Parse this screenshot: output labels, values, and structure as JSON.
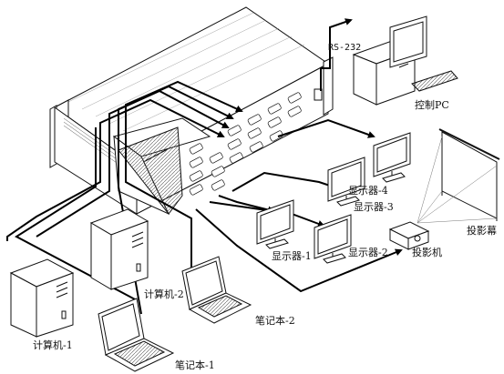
{
  "labels": {
    "rs232": "RS-232",
    "control_pc": "控制PC",
    "screen": "投影幕",
    "projector": "投影机",
    "monitor_1": "显示器-1",
    "monitor_2": "显示器-2",
    "monitor_3": "显示器-3",
    "monitor_4": "显示器-4",
    "computer_1": "计算机-1",
    "computer_2": "计算机-2",
    "laptop_1": "笔记本-1",
    "laptop_2": "笔记本-2"
  },
  "colors": {
    "line": "#111111",
    "cable": "#000000",
    "background": "#ffffff"
  },
  "icons": {
    "matrix": "vga-matrix-switcher-icon",
    "pc": "desktop-tower-icon",
    "laptop": "laptop-icon",
    "monitor": "lcd-monitor-icon",
    "projector": "projector-icon",
    "screen": "projection-screen-icon"
  }
}
